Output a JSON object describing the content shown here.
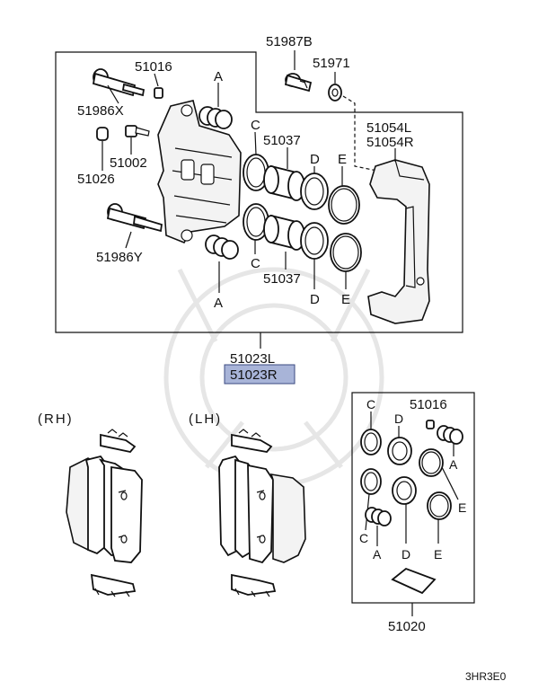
{
  "diagram": {
    "part_numbers": {
      "p51987B": "51987B",
      "p51971": "51971",
      "p51016_top": "51016",
      "p51986X": "51986X",
      "p51002": "51002",
      "p51026": "51026",
      "p51986Y": "51986Y",
      "p51037_top": "51037",
      "p51037_bottom": "51037",
      "p51054L": "51054L",
      "p51054R": "51054R",
      "p51023L": "51023L",
      "p51023R": "51023R",
      "p51016_kit": "51016",
      "p51020": "51020"
    },
    "letters": {
      "A_top": "A",
      "A_bottom": "A",
      "C_top": "C",
      "C_bottom": "C",
      "D_top": "D",
      "D_bottom": "D",
      "E_top": "E",
      "E_bottom": "E",
      "kit_C1": "C",
      "kit_D1": "D",
      "kit_A1": "A",
      "kit_E1": "E",
      "kit_C2": "C",
      "kit_A2": "A",
      "kit_D2": "D",
      "kit_E2": "E"
    },
    "side_labels": {
      "rh": "(RH)",
      "lh": "(LH)"
    },
    "diagram_code": "3HR3E0",
    "highlight_color": "#a8b4d8"
  }
}
